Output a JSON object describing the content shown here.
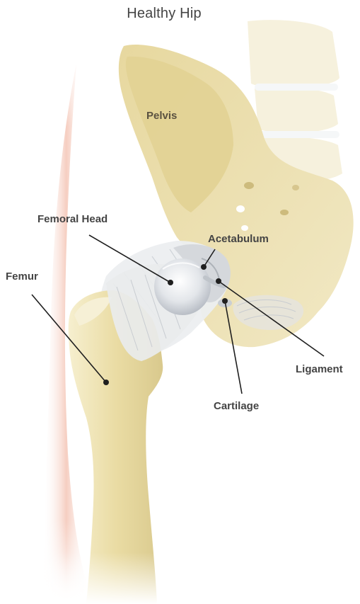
{
  "title": "Healthy Hip",
  "labels": {
    "pelvis": "Pelvis",
    "femoral_head": "Femoral Head",
    "acetabulum": "Acetabulum",
    "femur": "Femur",
    "ligament": "Ligament",
    "cartilage": "Cartilage"
  },
  "colors": {
    "bone": "#e8dba6",
    "bone_light": "#f3ecd0",
    "bone_shadow": "#cfc089",
    "skin": "#f4c8b8",
    "cartilage": "#dde1e6",
    "ligament": "#e6e8ea",
    "leader_line": "#1f1f1f",
    "label_text": "#444444"
  }
}
